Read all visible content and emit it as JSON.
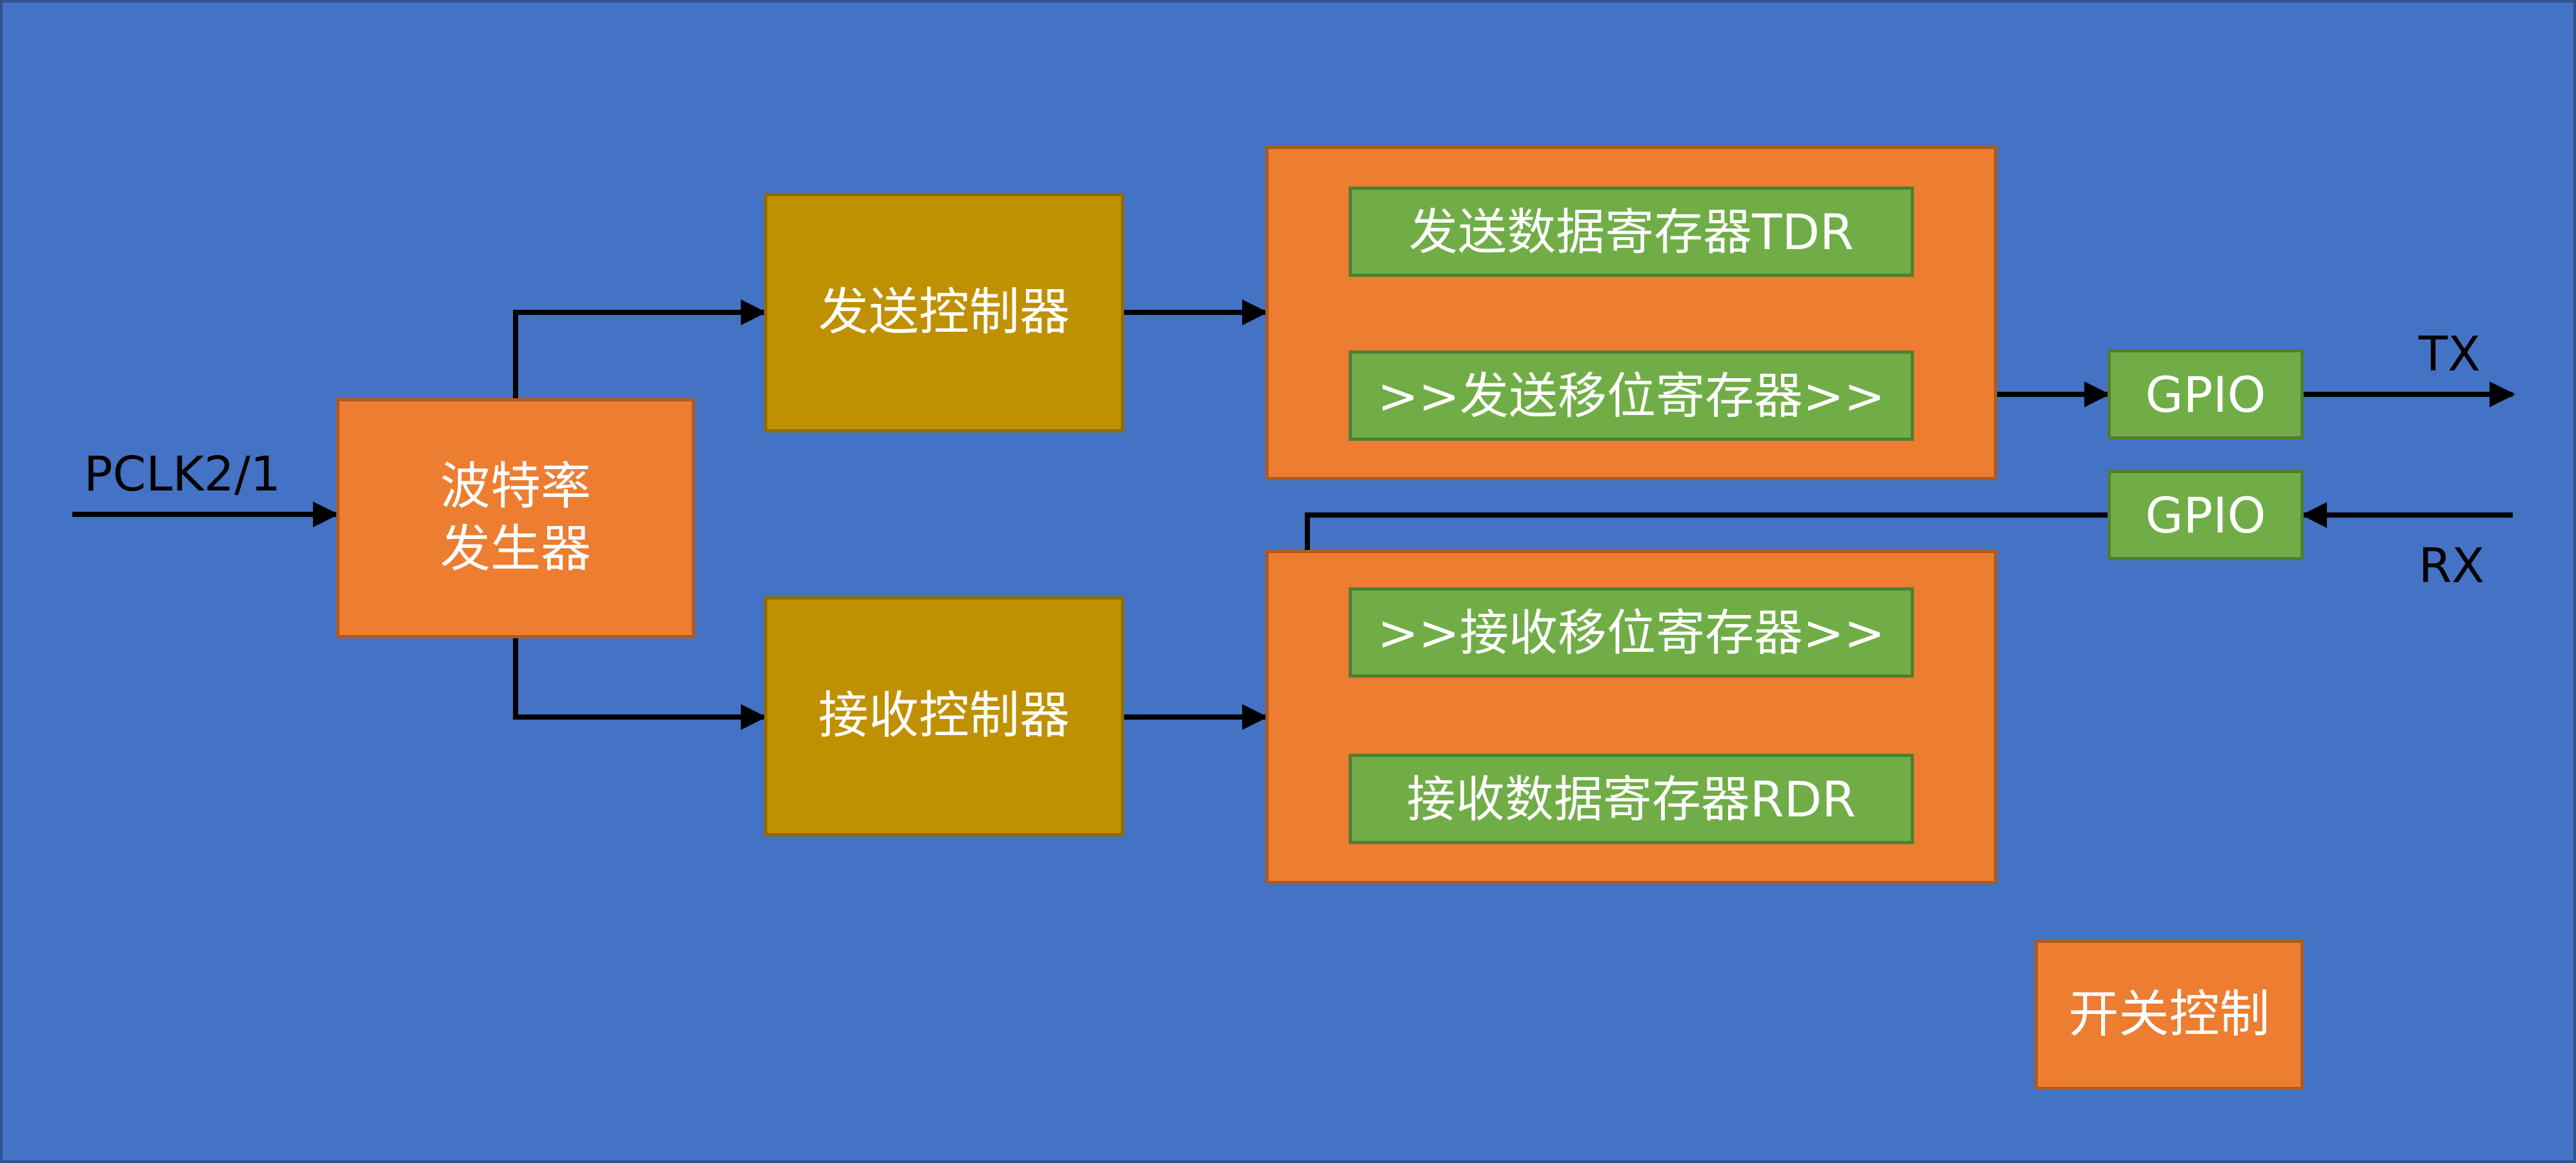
{
  "colors": {
    "background": "#4472C4",
    "orange": "#ED7D31",
    "olive": "#BF9000",
    "green": "#70AD47",
    "text": "#FFFFFF",
    "line": "#000000"
  },
  "diagram": {
    "input_label": "PCLK2/1",
    "baud_generator": {
      "line1": "波特率",
      "line2": "发生器"
    },
    "tx_controller": "发送控制器",
    "rx_controller": "接收控制器",
    "tdr": "发送数据寄存器TDR",
    "tx_shift": ">>发送移位寄存器>>",
    "rx_shift": ">>接收移位寄存器>>",
    "rdr": "接收数据寄存器RDR",
    "gpio_tx": "GPIO",
    "gpio_rx": "GPIO",
    "tx_label": "TX",
    "rx_label": "RX",
    "switch_control": "开关控制"
  }
}
